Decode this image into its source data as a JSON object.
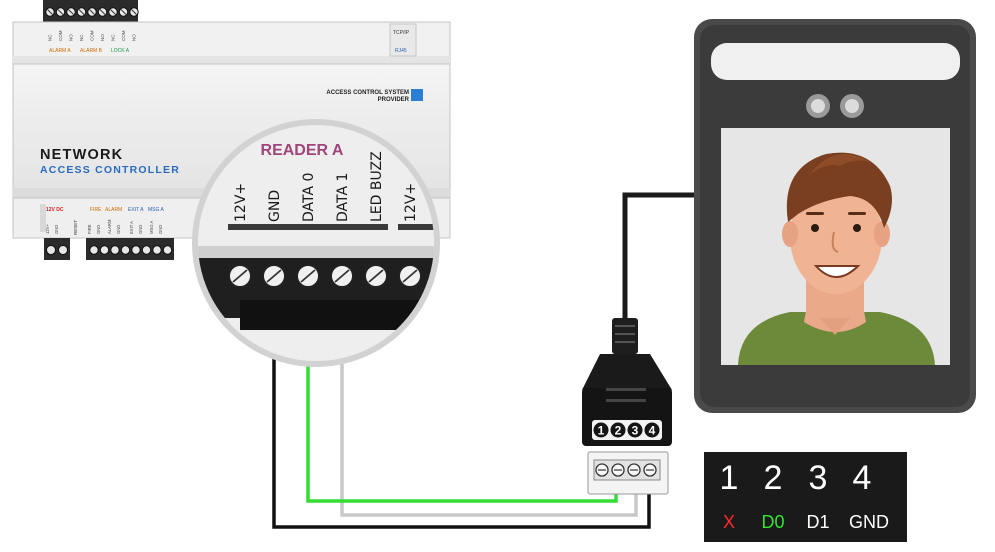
{
  "controller": {
    "title": "NETWORK",
    "subtitle": "ACCESS CONTROLLER",
    "provider_line1": "ACCESS CONTROL SYSTEM",
    "provider_line2": "PROVIDER",
    "top_labels": {
      "alarm_a": "ALARM A",
      "alarm_b": "ALARM B",
      "lock_a": "LOCK A",
      "tcpip": "TCP/IP",
      "rj45": "RJ45",
      "terminals": [
        "NC",
        "COM",
        "NO",
        "NC",
        "COM",
        "NO",
        "NC",
        "COM",
        "NO"
      ]
    },
    "bottom_labels": {
      "dc": "12V DC",
      "fire": "FIRE",
      "alarm": "ALARM",
      "exit_a": "EXIT A",
      "msg_a": "MSG A",
      "reset": "RESET",
      "terminals": [
        "12V+",
        "GND",
        "FIRE",
        "GND",
        "ALARM",
        "GND",
        "EXIT A",
        "GND",
        "MSG A",
        "GND"
      ]
    }
  },
  "reader": {
    "title": "READER A",
    "pins": [
      "12V+",
      "GND",
      "DATA 0",
      "DATA 1",
      "LED BUZZ",
      "12V+"
    ]
  },
  "connector": {
    "pins": [
      "1",
      "2",
      "3",
      "4"
    ]
  },
  "legend": {
    "numbers": [
      "1",
      "2",
      "3",
      "4"
    ],
    "labels": [
      "X",
      "D0",
      "D1",
      "GND"
    ],
    "colors": [
      "#ff2a2a",
      "#33e533",
      "#ffffff",
      "#ffffff"
    ]
  },
  "colors": {
    "data0_wire": "#33dd33",
    "data1_wire": "#c8c8c8",
    "gnd_wire": "#111111",
    "title_purple": "#a0457a",
    "provider_blue": "#2a7fd4"
  }
}
